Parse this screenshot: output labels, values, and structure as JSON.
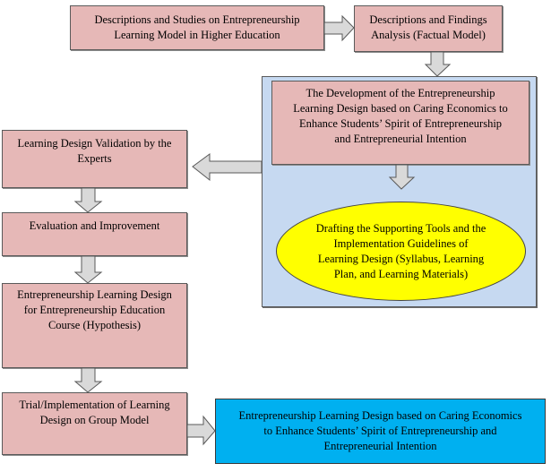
{
  "diagram": {
    "type": "flowchart",
    "nodes": [
      {
        "id": "descriptions-studies",
        "lines": [
          "Descriptions and Studies on Entrepreneurship",
          "Learning Model in Higher Education"
        ],
        "color": "#e6b8b7"
      },
      {
        "id": "findings-analysis",
        "lines": [
          "Descriptions and Findings",
          "Analysis (Factual Model)"
        ],
        "color": "#e6b8b7"
      },
      {
        "id": "development",
        "lines": [
          "The Development of the Entrepreneurship",
          "Learning Design based on Caring Economics to",
          "Enhance Students’ Spirit of Entrepreneurship",
          "and Entrepreneurial Intention"
        ],
        "color": "#e6b8b7"
      },
      {
        "id": "drafting-tools",
        "lines": [
          "Drafting the Supporting Tools and the",
          "Implementation Guidelines of",
          "Learning Design (Syllabus, Learning",
          "Plan, and Learning Materials)"
        ],
        "color": "#ffff00",
        "shape": "ellipse"
      },
      {
        "id": "validation",
        "lines": [
          "Learning Design Validation by the",
          "Experts"
        ],
        "color": "#e6b8b7"
      },
      {
        "id": "evaluation",
        "lines": [
          "Evaluation and Improvement"
        ],
        "color": "#e6b8b7"
      },
      {
        "id": "hypothesis",
        "lines": [
          "Entrepreneurship Learning Design",
          "for Entrepreneurship Education",
          "Course (Hypothesis)"
        ],
        "color": "#e6b8b7"
      },
      {
        "id": "trial",
        "lines": [
          "Trial/Implementation of Learning",
          "Design on Group Model"
        ],
        "color": "#e6b8b7"
      },
      {
        "id": "final-design",
        "lines": [
          "Entrepreneurship Learning Design based on Caring Economics",
          "to Enhance Students’ Spirit of Entrepreneurship and",
          "Entrepreneurial Intention"
        ],
        "color": "#00b0f0"
      }
    ],
    "group": {
      "id": "development-group",
      "contains": [
        "development",
        "drafting-tools"
      ],
      "color": "#c6d9f1"
    },
    "edges": [
      {
        "from": "descriptions-studies",
        "to": "findings-analysis",
        "direction": "right"
      },
      {
        "from": "findings-analysis",
        "to": "development-group",
        "direction": "down"
      },
      {
        "from": "development",
        "to": "drafting-tools",
        "direction": "down"
      },
      {
        "from": "development-group",
        "to": "validation",
        "direction": "left"
      },
      {
        "from": "validation",
        "to": "evaluation",
        "direction": "down"
      },
      {
        "from": "evaluation",
        "to": "hypothesis",
        "direction": "down"
      },
      {
        "from": "hypothesis",
        "to": "trial",
        "direction": "down"
      },
      {
        "from": "trial",
        "to": "final-design",
        "direction": "right"
      }
    ],
    "arrow_color": "#d9d9d9"
  }
}
